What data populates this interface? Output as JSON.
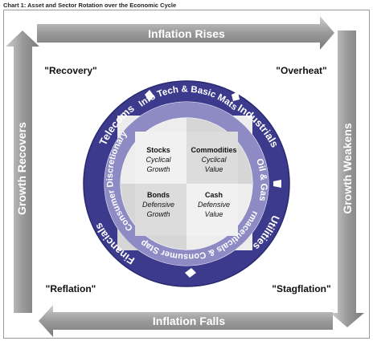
{
  "caption": "Chart 1: Asset and Sector Rotation over the Economic Cycle",
  "arrows": {
    "top": "Inflation Rises",
    "bottom": "Inflation Falls",
    "left": "Growth Recovers",
    "right": "Growth Weakens"
  },
  "phases": {
    "top_left": "\"Recovery\"",
    "top_right": "\"Overheat\"",
    "bottom_left": "\"Reflation\"",
    "bottom_right": "\"Stagflation\""
  },
  "outer_ring": {
    "telecoms": "Telecoms",
    "industrials": "Industrials",
    "utilities": "Utilities",
    "financials": "Financials"
  },
  "inner_ring": {
    "info_tech": "Info Tech & Basic Mats",
    "oil_gas": "Oil & Gas",
    "pharma": "Pharmaceuticals & Consumer Staples",
    "consumer_disc": "Consumer Discretionary"
  },
  "quadrants": {
    "stocks": {
      "title": "Stocks",
      "line1": "Cyclical",
      "line2": "Growth"
    },
    "commodities": {
      "title": "Commodities",
      "line1": "Cyclical",
      "line2": "Value"
    },
    "bonds": {
      "title": "Bonds",
      "line1": "Defensive",
      "line2": "Growth"
    },
    "cash": {
      "title": "Cash",
      "line1": "Defensive",
      "line2": "Value"
    }
  },
  "colors": {
    "outer_ring": "#3b3a8c",
    "inner_ring": "#8e8bc4",
    "inner_ring_light": "#a7a4d4",
    "arrow": "#8f8f8f",
    "arrow_light": "#c9c9c9",
    "quad_light": "#ededed",
    "quad_dark": "#d6d6d6"
  }
}
